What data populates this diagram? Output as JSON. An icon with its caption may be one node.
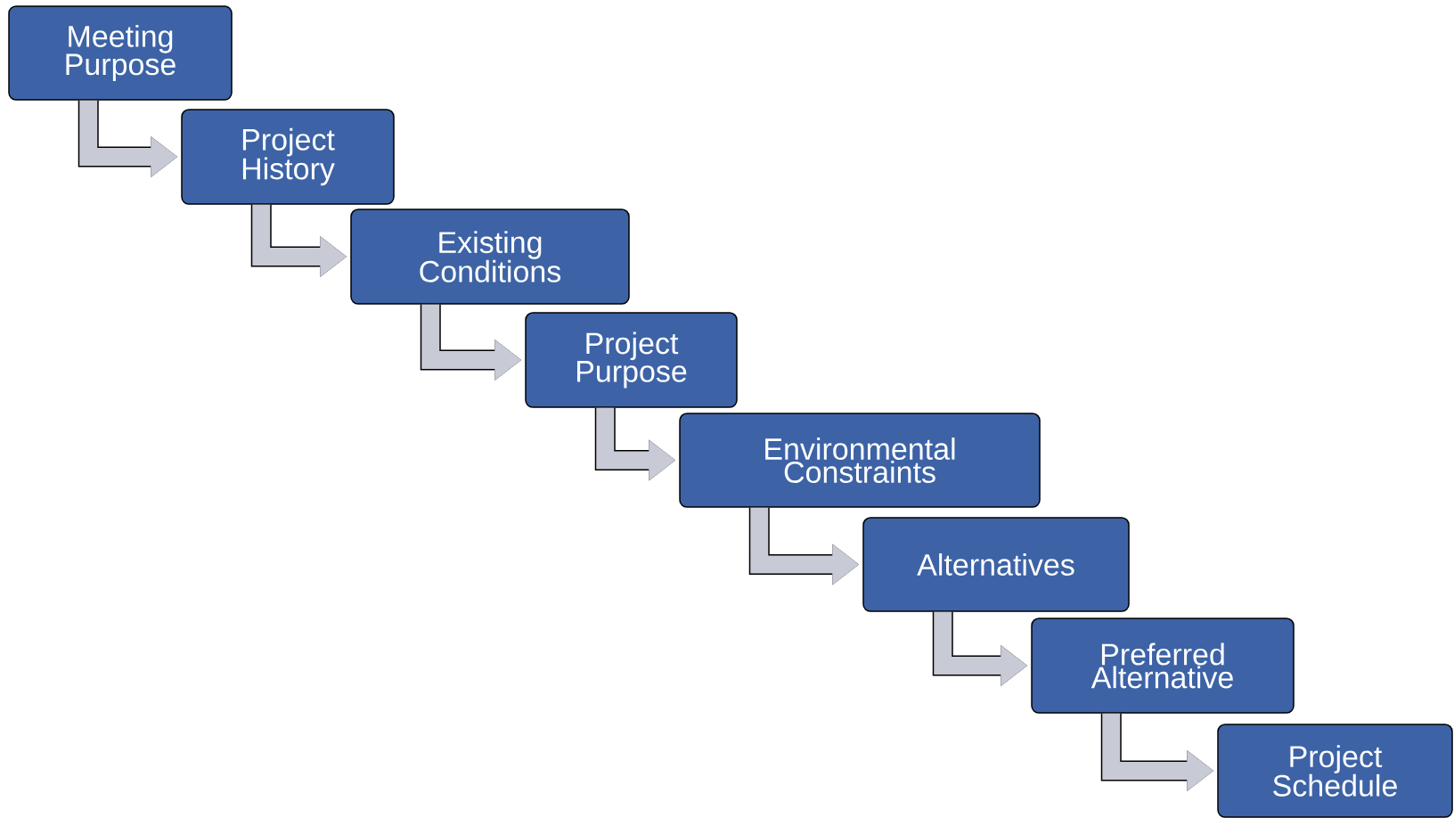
{
  "diagram": {
    "nodes": [
      {
        "text": [
          "Meeting Purpose"
        ]
      },
      {
        "text": [
          "Project History"
        ]
      },
      {
        "text": [
          "Existing Conditions"
        ]
      },
      {
        "text": [
          "Project Purpose"
        ]
      },
      {
        "text": [
          "Environmental Constraints"
        ]
      },
      {
        "text": [
          "Alternatives"
        ]
      },
      {
        "text": [
          "Preferred Alternative"
        ]
      },
      {
        "text": [
          "Project Schedule"
        ]
      }
    ],
    "edges": [
      {
        "from": 0,
        "to": 1,
        "arrow": "to"
      },
      {
        "from": 1,
        "to": 2,
        "arrow": "to"
      },
      {
        "from": 2,
        "to": 3,
        "arrow": "to"
      },
      {
        "from": 3,
        "to": 4,
        "arrow": "to"
      },
      {
        "from": 4,
        "to": 5,
        "arrow": "to"
      },
      {
        "from": 5,
        "to": 6,
        "arrow": "to"
      },
      {
        "from": 6,
        "to": 7,
        "arrow": "to"
      }
    ]
  }
}
